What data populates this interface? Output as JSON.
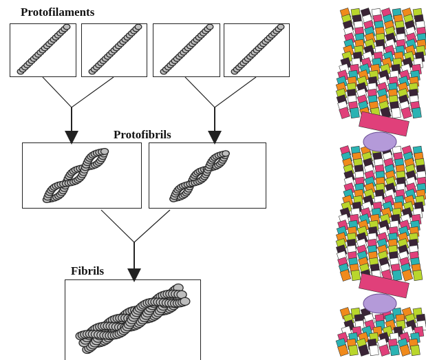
{
  "labels": {
    "protofilaments": "Protofilaments",
    "protofibrils": "Protofibrils",
    "fibrils": "Fibrils"
  },
  "colors": {
    "helix_palette": [
      "#e0407a",
      "#2bb3b3",
      "#f08a1c",
      "#b9d62c",
      "#3a2436",
      "#ffffff"
    ],
    "bead_fill": "#bdbdbd",
    "bead_stroke": "#2a2a2a"
  }
}
